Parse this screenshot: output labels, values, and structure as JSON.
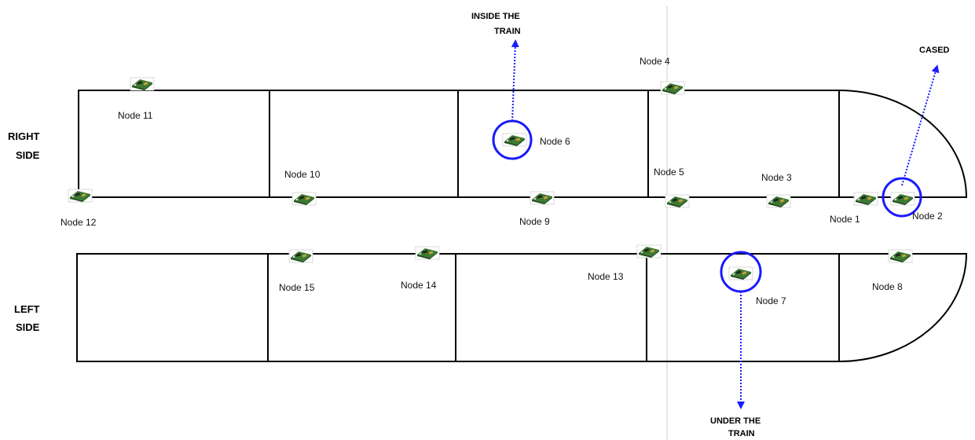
{
  "side_labels": {
    "right": [
      "RIGHT",
      "SIDE"
    ],
    "left": [
      "LEFT",
      "SIDE"
    ]
  },
  "annotations": {
    "inside": [
      "INSIDE THE",
      "TRAIN"
    ],
    "cased": [
      "CASED"
    ],
    "under": [
      "UNDER THE",
      "TRAIN"
    ]
  },
  "nodes": [
    {
      "id": "node-1",
      "label": "Node 1"
    },
    {
      "id": "node-2",
      "label": "Node 2"
    },
    {
      "id": "node-3",
      "label": "Node 3"
    },
    {
      "id": "node-4",
      "label": "Node 4"
    },
    {
      "id": "node-5",
      "label": "Node 5"
    },
    {
      "id": "node-6",
      "label": "Node 6"
    },
    {
      "id": "node-7",
      "label": "Node 7"
    },
    {
      "id": "node-8",
      "label": "Node 8"
    },
    {
      "id": "node-9",
      "label": "Node 9"
    },
    {
      "id": "node-10",
      "label": "Node 10"
    },
    {
      "id": "node-11",
      "label": "Node 11"
    },
    {
      "id": "node-12",
      "label": "Node 12"
    },
    {
      "id": "node-13",
      "label": "Node 13"
    },
    {
      "id": "node-14",
      "label": "Node 14"
    },
    {
      "id": "node-15",
      "label": "Node 15"
    }
  ],
  "colors": {
    "outline": "#000000",
    "highlight": "#1a1aff",
    "divider": "#cccccc",
    "board": "#2f6b2a"
  }
}
